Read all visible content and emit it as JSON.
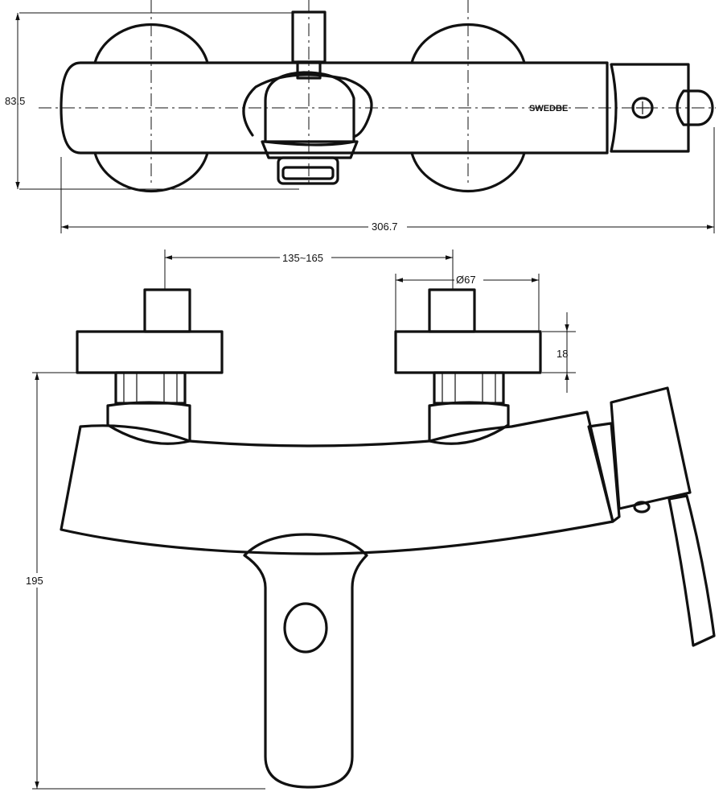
{
  "brand_label": "SWEDBE",
  "dimensions": {
    "height_top": "83.5",
    "total_width": "306.7",
    "inlet_spacing": "135~165",
    "flange_diameter": "Ø67",
    "flange_thickness": "18",
    "overall_height": "195"
  }
}
